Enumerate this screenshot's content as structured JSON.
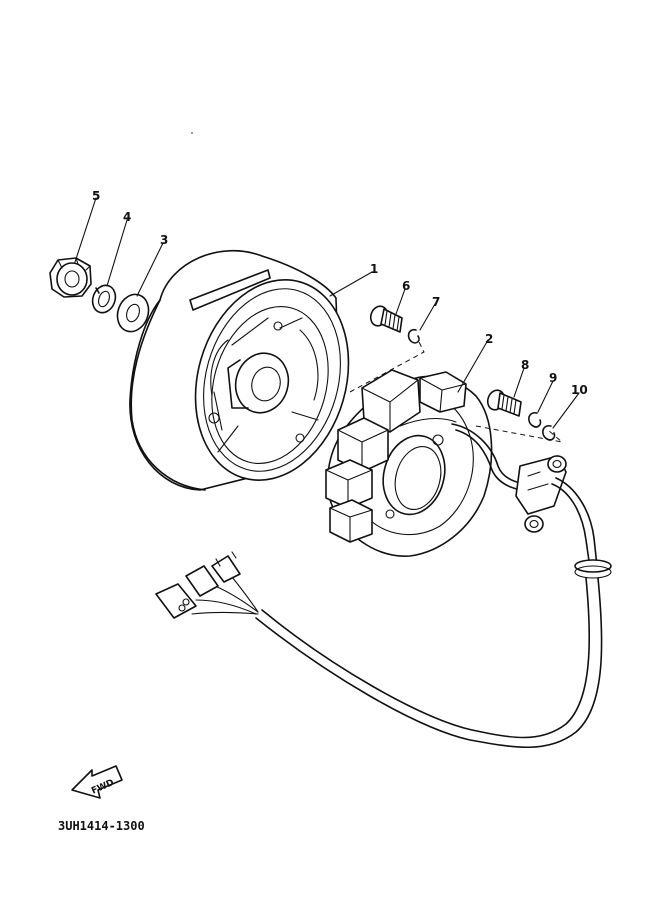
{
  "callouts": [
    "1",
    "2",
    "3",
    "4",
    "5",
    "6",
    "7",
    "8",
    "9",
    "10"
  ],
  "fwd_label": "FWD",
  "reference_code": "3UH1414-1300"
}
